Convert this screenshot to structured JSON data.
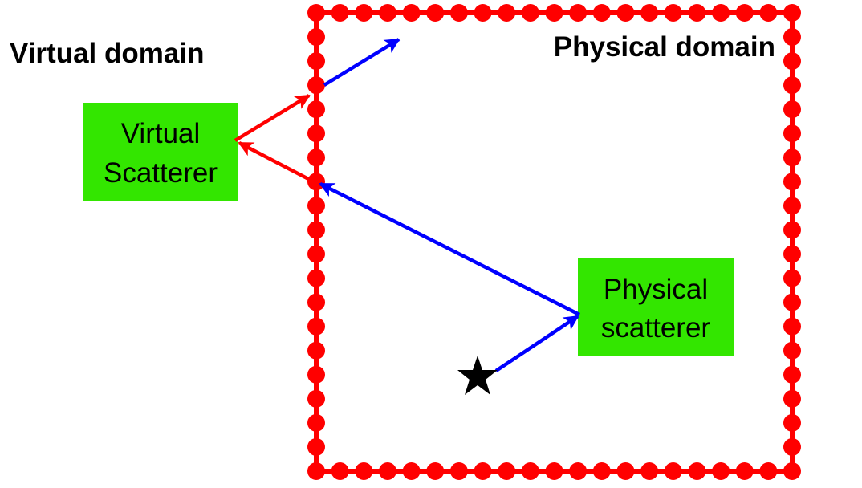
{
  "labels": {
    "virtual_domain": "Virtual domain",
    "physical_domain": "Physical domain"
  },
  "virtual_scatterer": {
    "line1": "Virtual",
    "line2": "Scatterer"
  },
  "physical_scatterer": {
    "line1": "Physical",
    "line2": "scatterer"
  },
  "source_icon": "star-icon",
  "colors": {
    "boundary": "#ff0000",
    "scatterer_fill": "#33e600",
    "physical_ray": "#0000ff",
    "virtual_ray": "#ff0000",
    "source": "#000000"
  }
}
